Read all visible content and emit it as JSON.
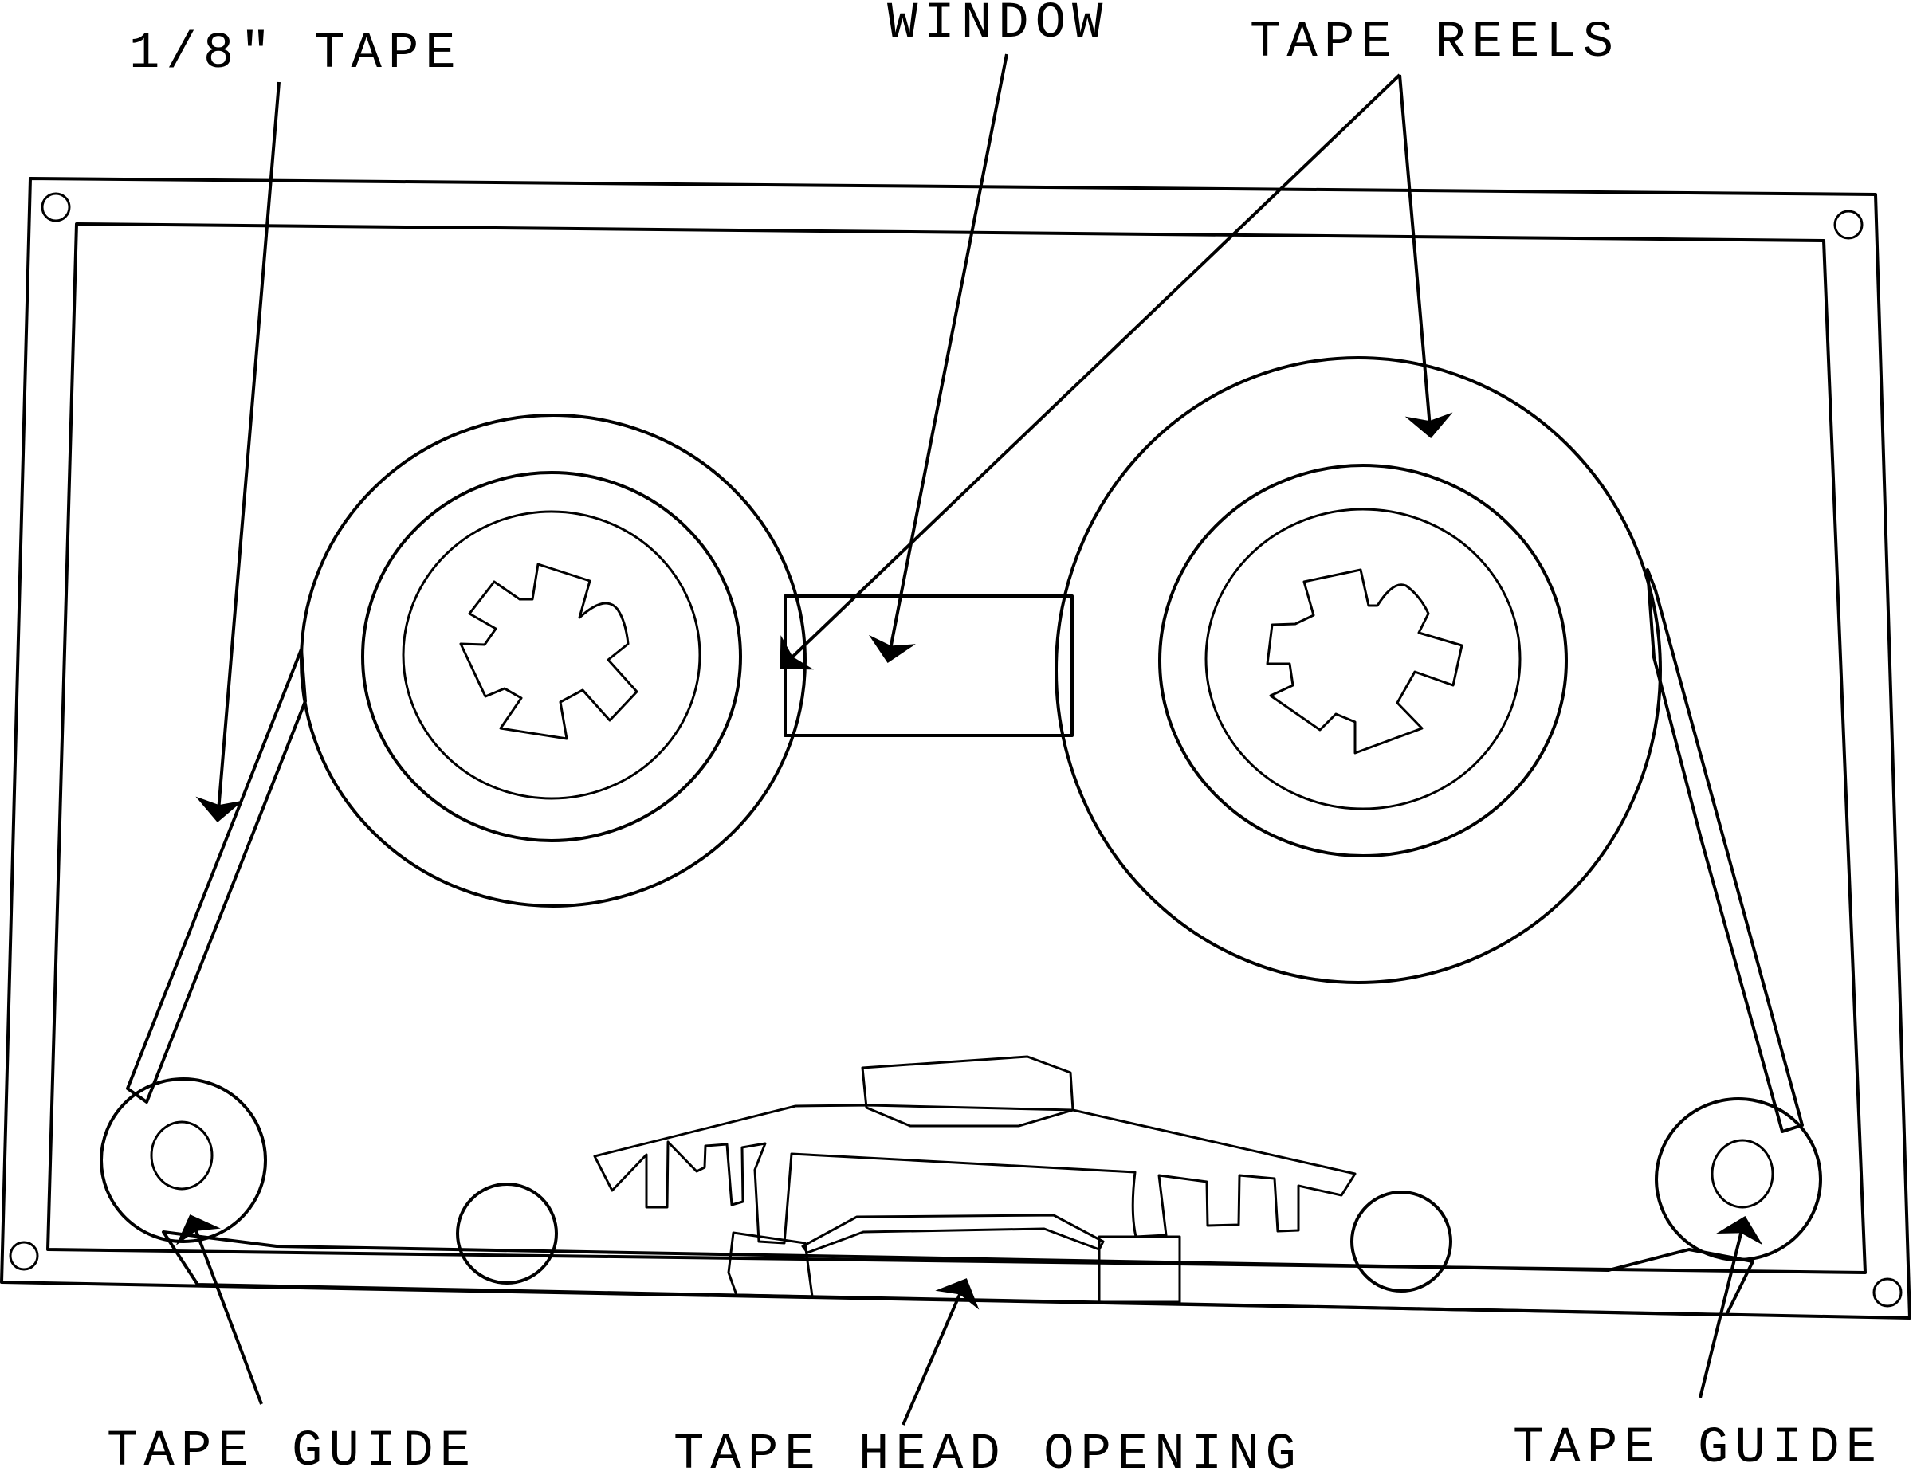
{
  "labels": {
    "tape_width": "1/8\" TAPE",
    "window": "WINDOW",
    "tape_reels": "TAPE REELS",
    "tape_guide_left": "TAPE GUIDE",
    "tape_head_opening": "TAPE HEAD OPENING",
    "tape_guide_right": "TAPE GUIDE"
  },
  "colors": {
    "frame": "#e6e6e6",
    "body": "#999999",
    "tape": "#4d4d4d",
    "hub_ring": "#cccccc",
    "hub": "#e6e6e6",
    "window": "#ffffff",
    "outline": "#000000"
  }
}
